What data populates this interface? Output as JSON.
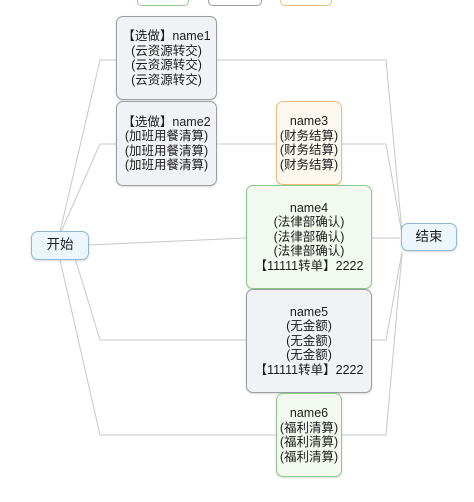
{
  "start_node": {
    "label": "开始"
  },
  "end_node": {
    "label": "结束"
  },
  "nodes": [
    {
      "id": "name1",
      "lines": [
        "【选做】name1",
        "(云资源转交)",
        "(云资源转交)",
        "(云资源转交)"
      ],
      "color": "#f1f2f5"
    },
    {
      "id": "name2",
      "lines": [
        "【选做】name2",
        "(加班用餐清算)",
        "(加班用餐清算)",
        "(加班用餐清算)"
      ],
      "color": "#f1f2f5"
    },
    {
      "id": "name3",
      "lines": [
        "name3",
        "(财务结算)",
        "(财务结算)",
        "(财务结算)"
      ],
      "color": "#fdf8ef"
    },
    {
      "id": "name4",
      "lines": [
        "name4",
        "(法律部确认)",
        "(法律部确认)",
        "(法律部确认)",
        "【11111转单】2222"
      ],
      "color": "#f2faf0"
    },
    {
      "id": "name5",
      "lines": [
        "name5",
        "(无金额)",
        "(无金额)",
        "(无金额)",
        "【11111转单】2222"
      ],
      "color": "#f1f2f5"
    },
    {
      "id": "name6",
      "lines": [
        "name6",
        "(福利清算)",
        "(福利清算)",
        "(福利清算)"
      ],
      "color": "#f2faf0"
    }
  ],
  "colors": {
    "connector": "#c8c8c8",
    "grey_border": "#9a9da3",
    "blue_border": "#8fb7da",
    "orange_border": "#e9bf7b",
    "green_border": "#8fc88d"
  }
}
